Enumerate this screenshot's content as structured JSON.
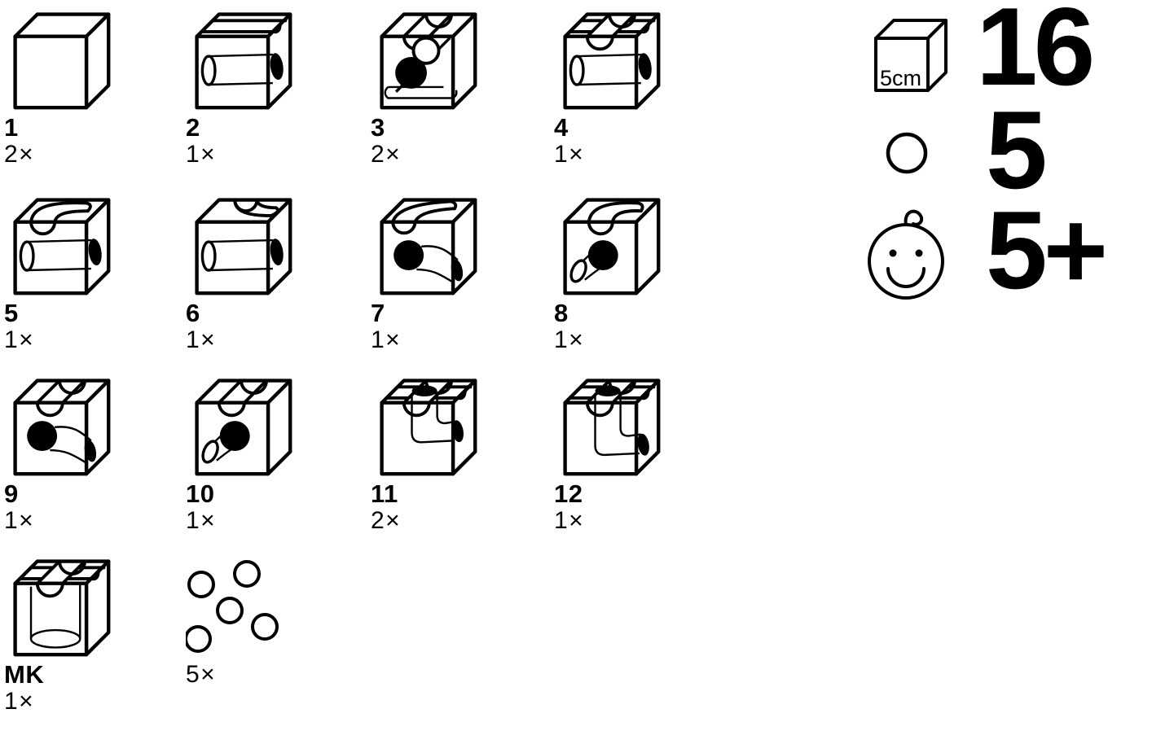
{
  "parts": [
    {
      "id": "1",
      "count": "2×",
      "shape": "plain-cube"
    },
    {
      "id": "2",
      "count": "1×",
      "shape": "straight-channel-cube-with-tunnel"
    },
    {
      "id": "3",
      "count": "2×",
      "shape": "channel-cube-with-diagonal-tunnel-and-base-slot"
    },
    {
      "id": "4",
      "count": "1×",
      "shape": "cross-channel-cube-with-tunnel"
    },
    {
      "id": "5",
      "count": "1×",
      "shape": "curved-channel-cube-with-tunnel"
    },
    {
      "id": "6",
      "count": "1×",
      "shape": "curved-channel-cube-with-tunnel"
    },
    {
      "id": "7",
      "count": "1×",
      "shape": "curved-channel-cube-with-curved-inner-tunnel"
    },
    {
      "id": "8",
      "count": "1×",
      "shape": "curved-channel-cube-with-side-exit-tunnel"
    },
    {
      "id": "9",
      "count": "1×",
      "shape": "straight-channel-cube-with-curved-inner-tunnel"
    },
    {
      "id": "10",
      "count": "1×",
      "shape": "straight-channel-cube-with-side-exit-tunnel"
    },
    {
      "id": "11",
      "count": "2×",
      "shape": "cross-channel-cube-with-vertical-tunnel-high-exit"
    },
    {
      "id": "12",
      "count": "1×",
      "shape": "cross-channel-cube-with-vertical-tunnel-low-exit"
    },
    {
      "id": "MK",
      "count": "1×",
      "shape": "marble-catcher-cube"
    },
    {
      "id": "",
      "count": "5×",
      "shape": "marbles"
    }
  ],
  "summary": {
    "cube_size_label": "5cm",
    "cube_count": "16",
    "marble_count": "5",
    "age_rating": "5+"
  },
  "icons": {
    "size": "measure-cube-icon",
    "marble": "marble-circle-icon",
    "age": "child-face-icon"
  },
  "colors": {
    "ink": "#000000",
    "background": "#ffffff"
  }
}
